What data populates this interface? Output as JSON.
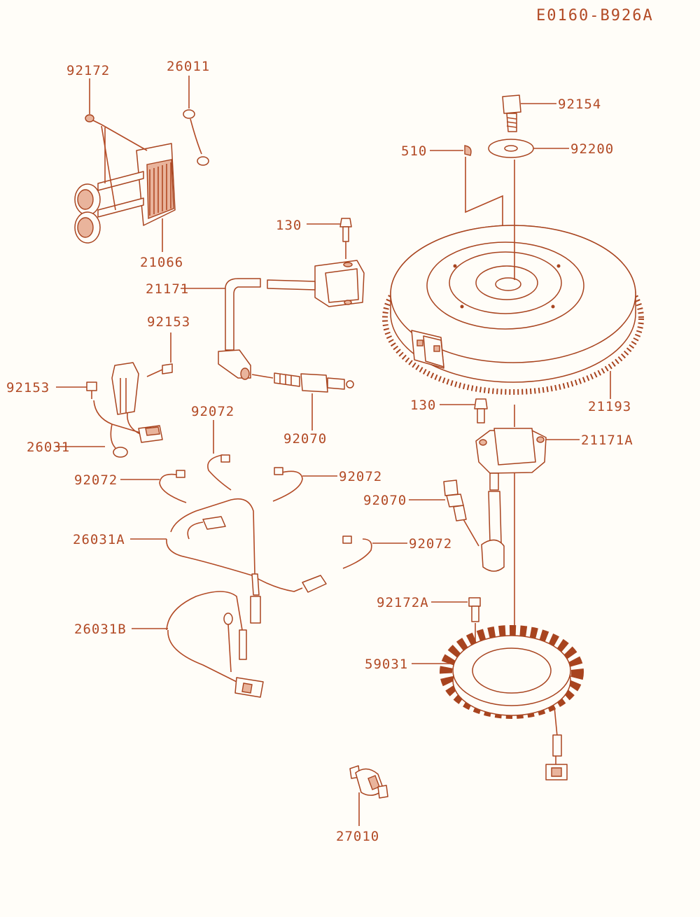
{
  "diagram_id": "E0160-B926A",
  "parts": {
    "p92172": "92172",
    "p26011": "26011",
    "p21066": "21066",
    "p92154": "92154",
    "p510": "510",
    "p92200": "92200",
    "p130_top": "130",
    "p21171": "21171",
    "p92153_a": "92153",
    "p92153_b": "92153",
    "p26031": "26031",
    "p92070_a": "92070",
    "p92072_a": "92072",
    "p92072_b": "92072",
    "p92072_c": "92072",
    "p92072_d": "92072",
    "p21193": "21193",
    "p130_mid": "130",
    "p21171A": "21171A",
    "p92070_b": "92070",
    "p26031A": "26031A",
    "p26031B": "26031B",
    "p92172A": "92172A",
    "p59031": "59031",
    "p27010": "27010"
  },
  "colors": {
    "ink": "#b24a25",
    "paper": "#fffdf8"
  }
}
